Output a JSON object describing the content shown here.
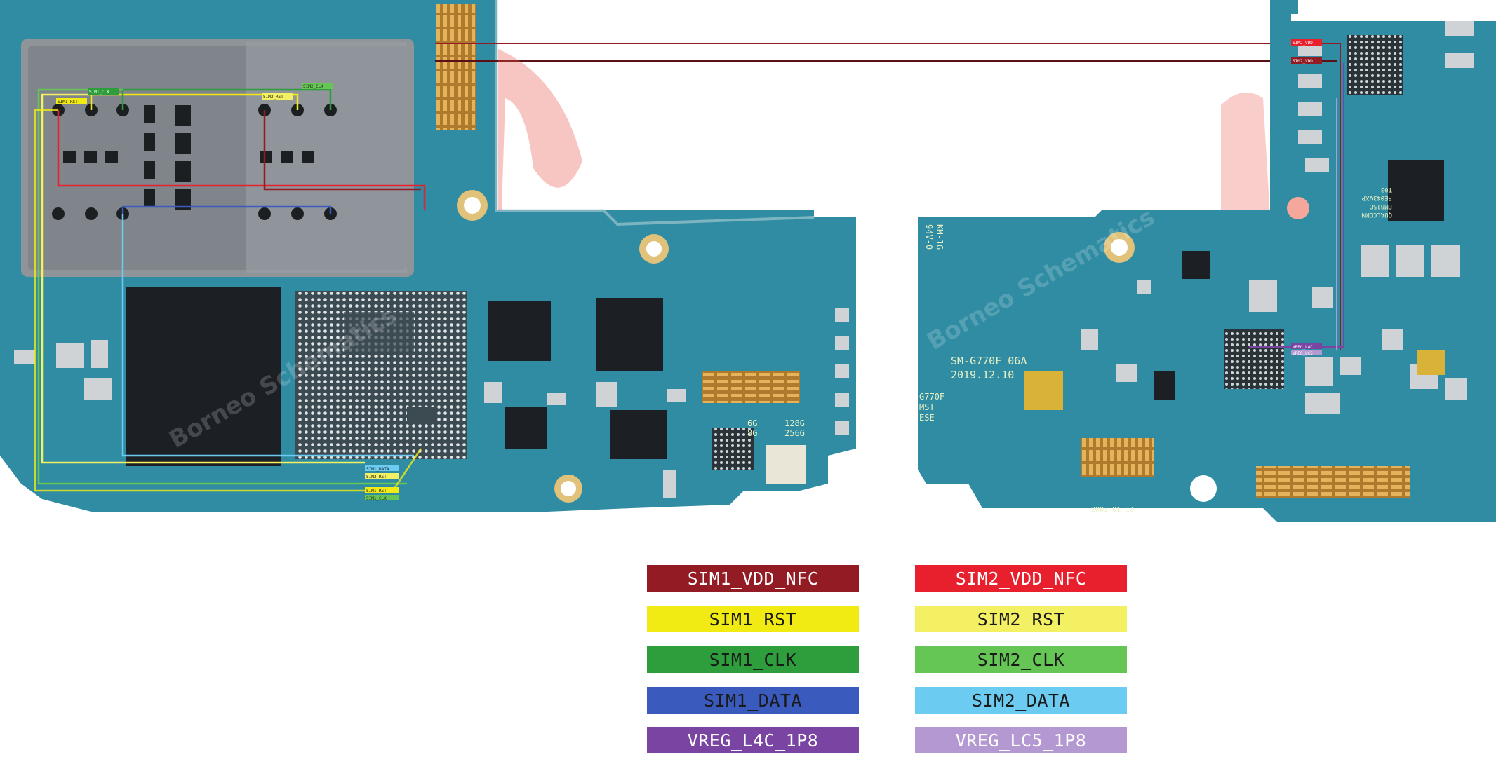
{
  "board": {
    "model_label": "SM-G770F_06A",
    "date_label": "2019.12.10",
    "variant_lines": [
      "G770F",
      "MST",
      "ESE"
    ],
    "memory_lines": [
      "6G",
      "8G",
      "128G",
      "256G"
    ],
    "cert_lines": [
      "KM-1G",
      "94V-0"
    ],
    "pcb_code": "2003-01 L2",
    "chip_marks": [
      "QUALCOMM",
      "PM8150",
      "FE043VXP",
      "T03"
    ],
    "watermark": "Borneo Schematics",
    "trace_tags": [
      "SIM1_RST",
      "SIM1_CLK",
      "SIM2_RST",
      "SIM2_CLK",
      "SIM1_DATA",
      "SIM2_RST",
      "SIM1_RST",
      "SIM1_CLK",
      "SIM2_VDD",
      "SIM2_VDD",
      "VREG_L4C",
      "VREG_LC5"
    ]
  },
  "legend": {
    "items": [
      {
        "id": "sim1-vdd-nfc",
        "label": "SIM1_VDD_NFC",
        "bg": "#921b24",
        "fg": "#ffffff"
      },
      {
        "id": "sim2-vdd-nfc",
        "label": "SIM2_VDD_NFC",
        "bg": "#e8202e",
        "fg": "#ffffff"
      },
      {
        "id": "sim1-rst",
        "label": "SIM1_RST",
        "bg": "#f2eb13",
        "fg": "#1a1a1a"
      },
      {
        "id": "sim2-rst",
        "label": "SIM2_RST",
        "bg": "#f3f064",
        "fg": "#1a1a1a"
      },
      {
        "id": "sim1-clk",
        "label": "SIM1_CLK",
        "bg": "#2e9d3b",
        "fg": "#1a1a1a"
      },
      {
        "id": "sim2-clk",
        "label": "SIM2_CLK",
        "bg": "#66c655",
        "fg": "#1a1a1a"
      },
      {
        "id": "sim1-data",
        "label": "SIM1_DATA",
        "bg": "#3a5bbd",
        "fg": "#1a1a1a"
      },
      {
        "id": "sim2-data",
        "label": "SIM2_DATA",
        "bg": "#6ccbf0",
        "fg": "#1a1a1a"
      },
      {
        "id": "vreg-l4c-1p8",
        "label": "VREG_L4C_1P8",
        "bg": "#7a44a3",
        "fg": "#ffffff"
      },
      {
        "id": "vreg-lc5-1p8",
        "label": "VREG_LC5_1P8",
        "bg": "#b498d1",
        "fg": "#ffffff"
      }
    ]
  },
  "colors": {
    "pcb": "#2f8ca3",
    "pcb_dark": "#1f6f85",
    "silk": "#e7f0c4",
    "shield": "#8f9499",
    "chip": "#1c2024"
  }
}
